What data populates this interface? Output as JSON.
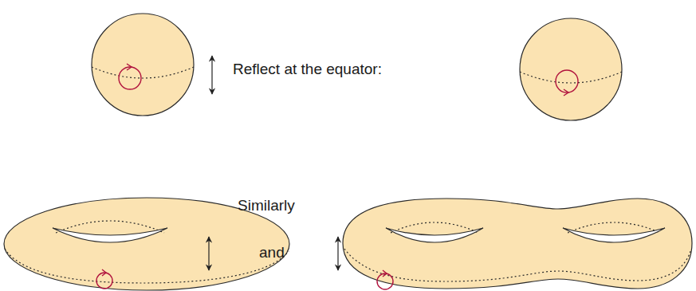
{
  "diagram": {
    "labels": [
      "Reflect at the equator:",
      "Similarly",
      "and"
    ]
  }
}
